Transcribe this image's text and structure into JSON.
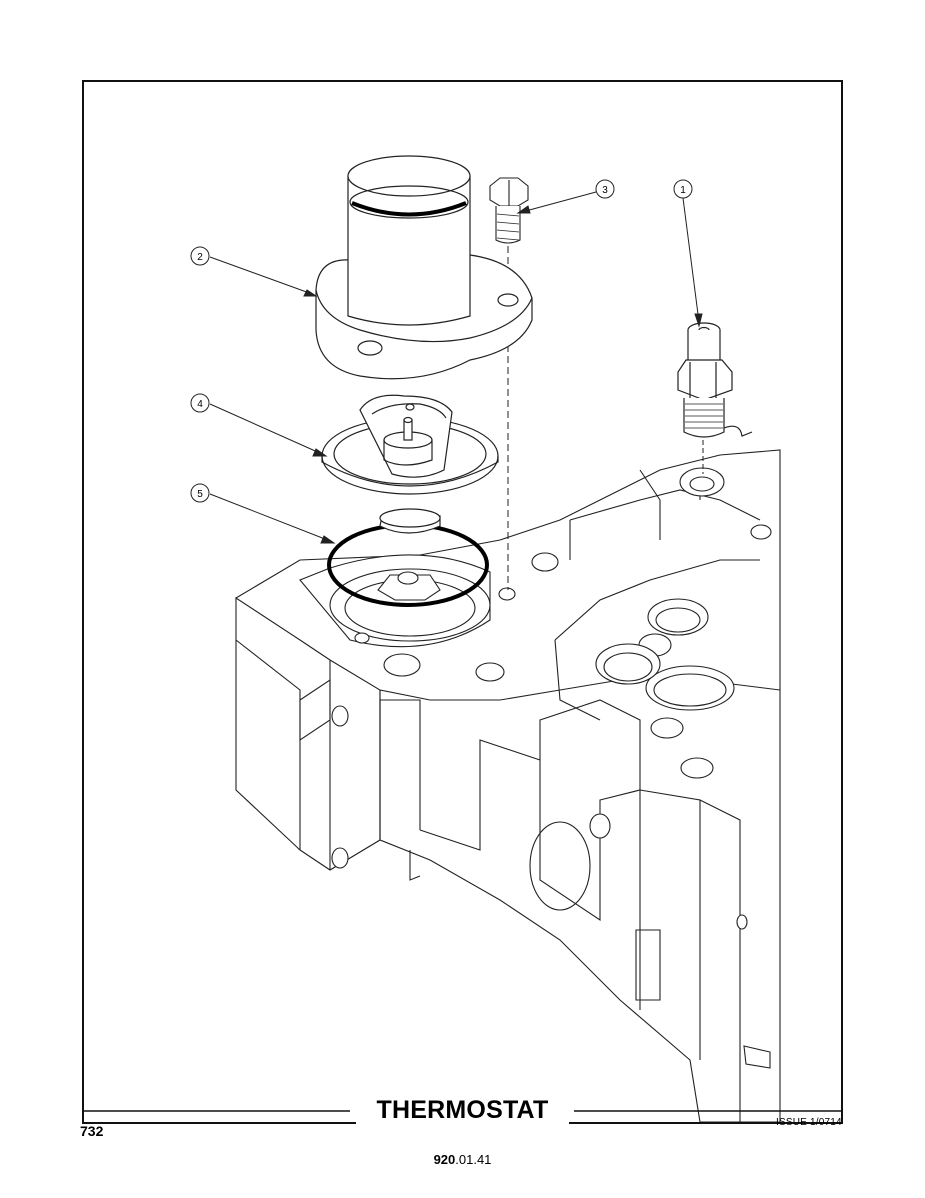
{
  "page": {
    "title": "THERMOSTAT",
    "page_number": "732",
    "issue": "ISSUE 1/0714",
    "doc_code_bold": "920",
    "doc_code_rest": ".01.41"
  },
  "callouts": [
    {
      "label": "1"
    },
    {
      "label": "2"
    },
    {
      "label": "3"
    },
    {
      "label": "4"
    },
    {
      "label": "5"
    }
  ],
  "icons": [
    "thermostat-housing-icon",
    "bolt-icon",
    "sender-unit-icon",
    "thermostat-icon",
    "o-ring-icon",
    "cylinder-head-icon"
  ]
}
